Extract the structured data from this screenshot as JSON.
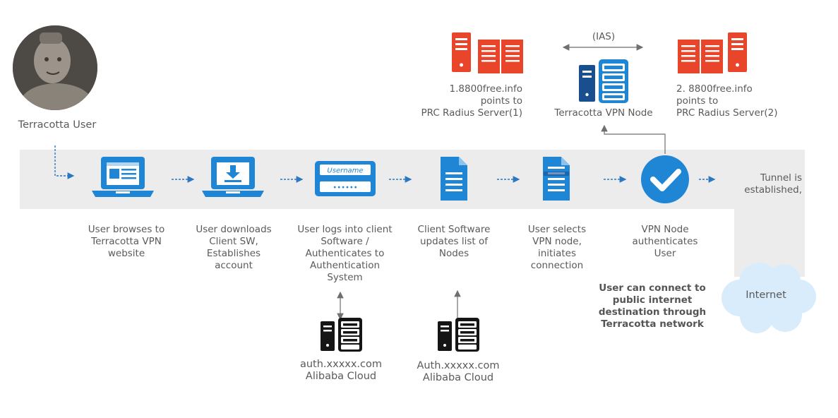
{
  "user": {
    "label": "Terracotta User"
  },
  "steps": [
    {
      "label": "User browses to Terracotta VPN website"
    },
    {
      "label": "User downloads Client SW, Establishes account"
    },
    {
      "label": "User logs into client Software / Authenticates to Authentication System",
      "form_username": "Username",
      "form_password": "••••••"
    },
    {
      "label": "Client Software updates list of Nodes"
    },
    {
      "label": "User selects VPN node, initiates connection"
    },
    {
      "label": "VPN Node authenticates User"
    }
  ],
  "tunnel": {
    "label": "Tunnel is established,"
  },
  "servers": {
    "radius1": {
      "line1": "1.8800free.info",
      "line2": "points to",
      "line3": "PRC Radius Server(1)"
    },
    "vpn_node": {
      "ias": "(IAS)",
      "label": "Terracotta VPN Node"
    },
    "radius2": {
      "line1": "2. 8800free.info",
      "line2": "points to",
      "line3": "PRC Radius Server(2)"
    },
    "auth": {
      "line1": "auth.xxxxx.com",
      "line2": "Alibaba Cloud"
    },
    "nodes": {
      "line1": "Auth.xxxxx.com",
      "line2": "Alibaba Cloud"
    }
  },
  "internet": {
    "label": "Internet",
    "note": "User can connect to public internet destination through Terracotta network"
  },
  "colors": {
    "blue": "#1f86d6",
    "red": "#e8452b",
    "navy": "#1a4f8f",
    "band": "#ececed"
  }
}
